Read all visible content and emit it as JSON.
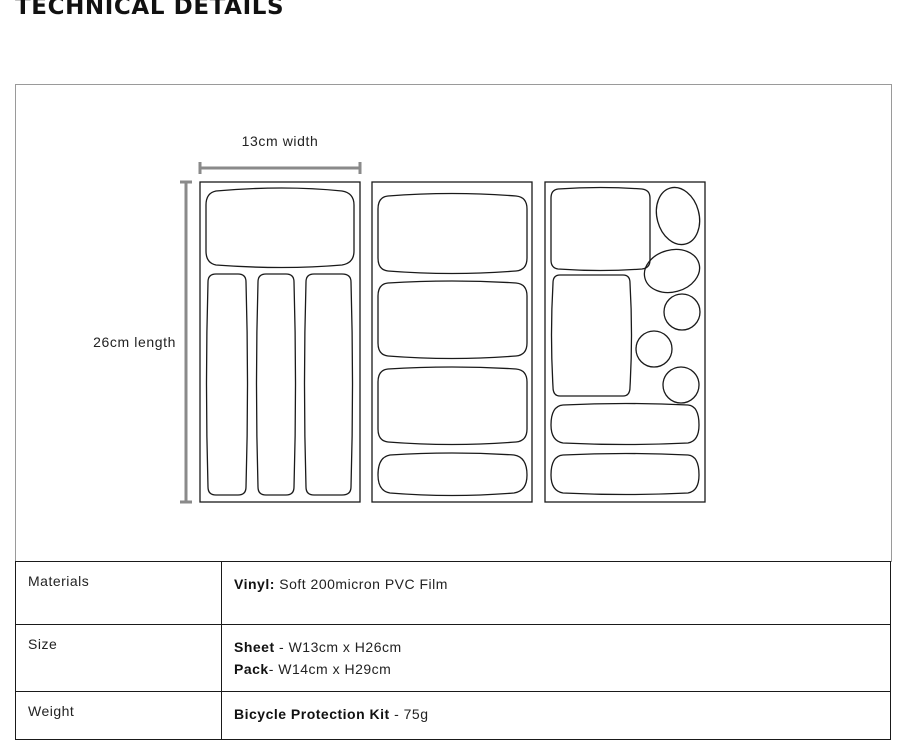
{
  "page": {
    "title": "TECHNICAL DETAILS"
  },
  "diagram": {
    "width_label": "13cm width",
    "length_label": "26cm length"
  },
  "specs": {
    "materials": {
      "label": "Materials",
      "lines": [
        {
          "bold": "Vinyl:",
          "text": " Soft 200micron PVC Film"
        }
      ]
    },
    "size": {
      "label": "Size",
      "lines": [
        {
          "bold": "Sheet",
          "text": " - W13cm x H26cm"
        },
        {
          "bold": "Pack",
          "text": "- W14cm x H29cm"
        }
      ]
    },
    "weight": {
      "label": "Weight",
      "lines": [
        {
          "bold": "Bicycle Protection Kit",
          "text": " - 75g"
        }
      ]
    }
  },
  "colors": {
    "outline": "#1a1a1a",
    "dimension_line": "#8a8a8a",
    "border": "#9a9a9a"
  }
}
